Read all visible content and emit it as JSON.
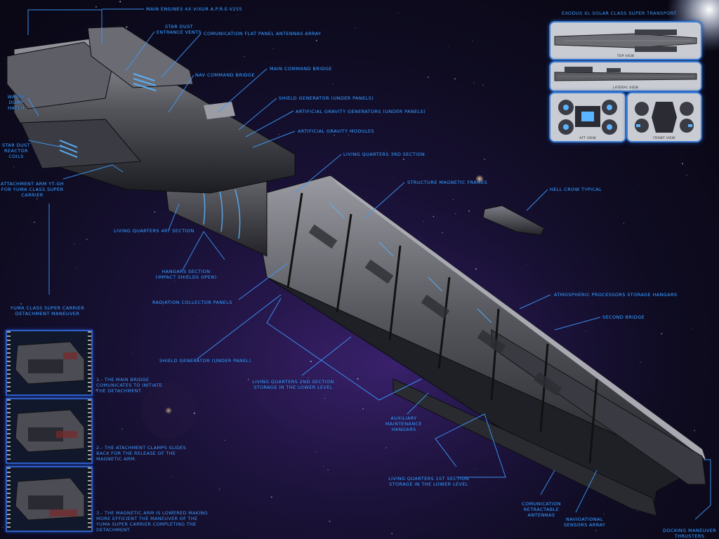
{
  "labels": {
    "main_engines": "MAIN ENGINES 4X VIXUR A.P.R.E-V255",
    "star_dust_vents": "STAR DUST ENTRANCE VENTS",
    "comm_antennas": "COMUNICATION FLAT PANEL ANTENNAS ARRAY",
    "nav_command": "NAV COMMAND BRIDGE",
    "main_command": "MAIN COMMAND BRIDGE",
    "waste_dump": "WASTE DUMP HATCH",
    "shield_gen_top": "SHIELD GENERATOR (UNDER PANELS)",
    "gravity_gen": "ARTIFICIAL GRAVITY GENERATORS (UNDER PANELS)",
    "gravity_modules": "ARTIFICIAL GRAVITY MODULES",
    "star_dust_reactor": "STAR DUST REACTOR COILS",
    "living_q3": "LIVING QUARTERS 3rd SECTION",
    "attachment_arm": "ATTACHMENT ARM YT-GH FOR YUMA CLASS SUPER CARRIER",
    "magnetic_frames": "STRUCTURE MAGNETIC FRAMES",
    "hell_crow": "HELL CROW TYPICAL",
    "living_q4": "LIVING QUARTERS 4rt SECTION",
    "hangars": "HANGARS SECTION (IMPACT SHIELDS OPEN)",
    "radiation": "RADIATION COLLECTOR PANELS",
    "atmospheric": "ATMOSPHERIC PROCESSORS STORAGE HANGARS",
    "second_bridge": "SECOND BRIDGE",
    "yuma_detach": "YUMA CLASS SUPER CARRIER DETACHMENT MANEUVER",
    "shield_gen_under": "SHIELD GENERATOR (UNDER PANEL)",
    "living_q2": "LIVING QUARTERS 2nd SECTION STORAGE IN THE LOWER LEVEL",
    "aux_hangars": "AUXILIARY MAINTENANCE HANGARS",
    "living_q1": "LIVING QUARTERS 1st SECTION STORAGE IN THE LOWER LEVEL",
    "comm_retract": "COMUNICATION RETRACTABLE ANTENNAS",
    "nav_sensors": "NAVIGATIONAL SENSORS ARRAY",
    "docking": "DOCKING MANEUVER THRUSTERS"
  },
  "steps": {
    "step1": "1.- THE MAIN BRIDGE COMUNICATES TO INITIATE THE DETACHMENT.",
    "step2": "2.- THE ATACHMENT CLAMPS SLIDES BACK FOR THE RELEASE OF THE MAGNETIC ARM.",
    "step3": "3.- THE MAGNETIC ARM IS LOWERED MAKING MORE EFFICIENT THE MANEUVER OF THE YUMA SUPER CARRIER COMPLETING THE DETACHMENT."
  },
  "views": {
    "title": "EXODUS XL SOLAR CLASS SUPER TRANSPORT",
    "top": "TOP VIEW",
    "lateral": "LATERAL VIEW",
    "aft": "AFT VIEW",
    "front": "FRONT VIEW"
  },
  "colors": {
    "accent": "#3d9bff",
    "panel_border": "#3c7dd6",
    "glow": "#5ab4ff"
  }
}
